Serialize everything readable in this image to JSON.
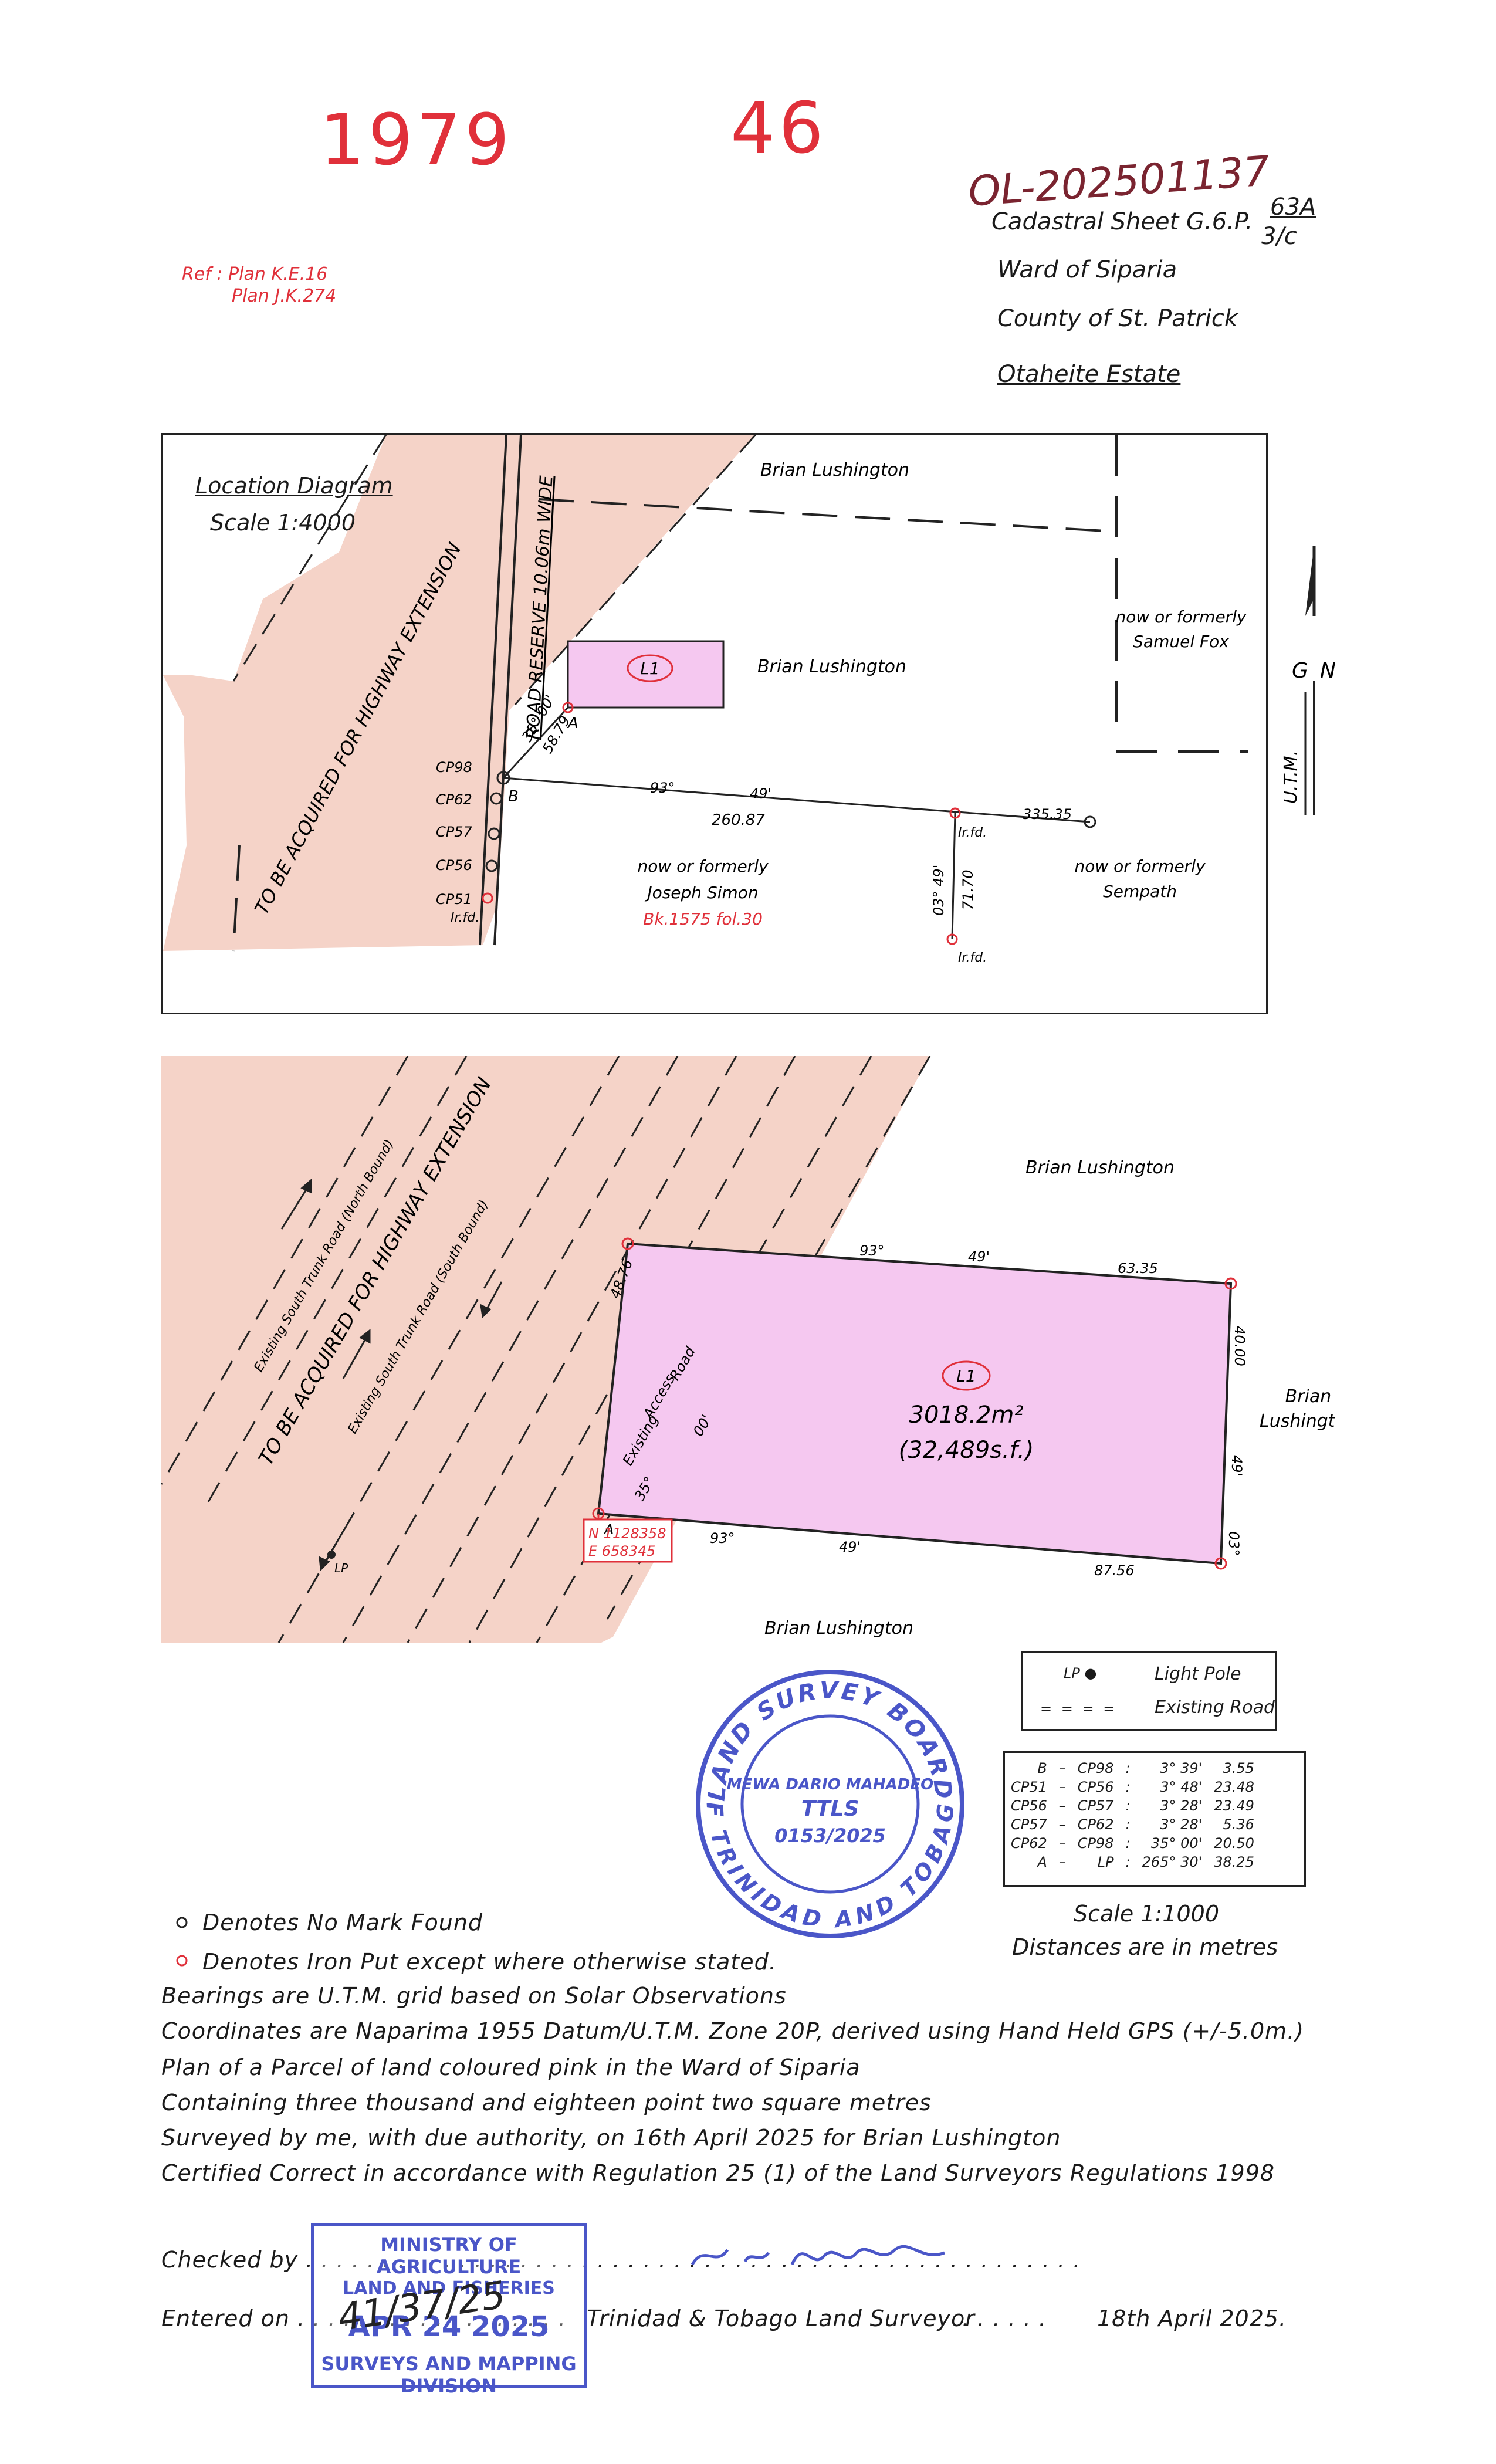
{
  "header": {
    "plan_number_left": "1979",
    "plan_number_right": "46",
    "file_ref": "OL-202501137",
    "ref_label": "Ref : Plan K.E.16",
    "ref_label_2": "Plan J.K.274",
    "cadastral_sheet": "Cadastral Sheet G.6.P.",
    "sheet_fraction_top": "63A",
    "sheet_fraction_bottom": "3/c",
    "ward": "Ward of Siparia",
    "county": "County of St. Patrick",
    "estate": "Otaheite Estate"
  },
  "location_diagram": {
    "title": "Location Diagram",
    "scale": "Scale 1:4000",
    "labels": {
      "brian_top": "Brian Lushington",
      "brian_mid": "Brian Lushington",
      "samuel_fox_1": "now or formerly",
      "samuel_fox_2": "Samuel Fox",
      "joseph_1": "now or formerly",
      "joseph_2": "Joseph Simon",
      "joseph_bk": "Bk.1575 fol.30",
      "sempath_1": "now or formerly",
      "sempath_2": "Sempath",
      "highway": "TO BE ACQUIRED FOR HIGHWAY EXTENSION",
      "road_reserve": "ROAD RESERVE 10.06m WIDE",
      "lot": "L1",
      "point_a": "A",
      "point_b": "B",
      "cp98": "CP98",
      "cp62": "CP62",
      "cp57": "CP57",
      "cp56": "CP56",
      "cp51": "CP51",
      "ir_fd_1": "Ir.fd.",
      "ir_fd_2": "Ir.fd.",
      "ir_fd_3": "Ir.fd.",
      "bearing_35": "35° 00'",
      "dist_5879": "58.79",
      "bearing_93": "93°",
      "bearing_49": "49'",
      "dist_26087": "260.87",
      "dist_33535": "335.35",
      "bearing_03_49": "03° 49'",
      "dist_7170": "71.70",
      "north_g": "G",
      "north_n": "N",
      "utm": "U.T.M."
    }
  },
  "main_plan": {
    "labels": {
      "brian_top": "Brian Lushington",
      "brian_right_1": "Brian",
      "brian_right_2": "Lushington",
      "brian_bottom": "Brian Lushington",
      "lot": "L1",
      "area_m2": "3018.2m²",
      "area_sf": "(32,489s.f.)",
      "highway": "TO BE ACQUIRED FOR HIGHWAY EXTENSION",
      "stn_north": "Existing South Trunk Road (North Bound)",
      "stn_south": "Existing South Trunk Road (South Bound)",
      "access_road_1": "Existing",
      "access_road_2": "Access",
      "access_road_3": "Road",
      "bearing_top_93": "93°",
      "bearing_top_49": "49'",
      "dist_top": "63.35",
      "dist_right": "40.00",
      "bearing_right_49": "49'",
      "bearing_right_03": "03°",
      "bearing_bot_93": "93°",
      "bearing_bot_49": "49'",
      "dist_bot": "87.56",
      "dist_left": "48.76",
      "bearing_left_00": "00'",
      "bearing_left_35": "35°",
      "point_a": "A",
      "lp": "LP",
      "coord_n": "N 1128358",
      "coord_e": "E 658345"
    }
  },
  "legend": {
    "lp_symbol": "LP ●",
    "lp_label": "Light Pole",
    "road_symbol": "= = = =",
    "road_label": "Existing Road"
  },
  "distances_table": [
    {
      "from": "B",
      "to": "CP98",
      "bearing": "3° 39'",
      "dist": "3.55"
    },
    {
      "from": "CP51",
      "to": "CP56",
      "bearing": "3° 48'",
      "dist": "23.48"
    },
    {
      "from": "CP56",
      "to": "CP57",
      "bearing": "3° 28'",
      "dist": "23.49"
    },
    {
      "from": "CP57",
      "to": "CP62",
      "bearing": "3° 28'",
      "dist": "5.36"
    },
    {
      "from": "CP62",
      "to": "CP98",
      "bearing": "35° 00'",
      "dist": "20.50"
    },
    {
      "from": "A",
      "to": "LP",
      "bearing": "265° 30'",
      "dist": "38.25"
    }
  ],
  "scale_note": {
    "scale": "Scale 1:1000",
    "units": "Distances are in metres"
  },
  "stamp_board": {
    "ring_top": "LAND SURVEY BOARD",
    "ring_bottom": "OF TRINIDAD AND TOBAGO",
    "name": "MEWA DARIO MAHADEO",
    "title": "TTLS",
    "number": "0153/2025"
  },
  "notes": {
    "no_mark": "Denotes No Mark Found",
    "iron_put": "Denotes Iron Put except where otherwise stated.",
    "bearings": "Bearings are U.T.M. grid based on Solar Observations",
    "coordinates": "Coordinates are Naparima 1955 Datum/U.T.M. Zone 20P, derived using Hand Held GPS (+/-5.0m.)",
    "plan_of": "Plan of a Parcel of land coloured pink in the Ward of Siparia",
    "containing": "Containing three thousand and eighteen point two square metres",
    "surveyed": "Surveyed by me, with due authority, on 16th April 2025 for Brian Lushington",
    "certified": "Certified Correct in accordance with Regulation 25 (1) of the Land Surveyors Regulations 1998"
  },
  "signoff": {
    "checked_by": "Checked by",
    "entered_on": "Entered on",
    "surveyor": "Trinidad & Tobago Land Surveyor",
    "date": "18th April 2025."
  },
  "stamp_ministry": {
    "line1": "MINISTRY OF AGRICULTURE",
    "line2": "LAND AND FISHERIES",
    "date": "APR 24 2025",
    "line3": "SURVEYS AND MAPPING",
    "line4": "DIVISION",
    "handwritten": "41/37/25"
  },
  "colors": {
    "pink_road": "#f5d3c8",
    "pink_lot": "#f5c8f0",
    "red_ink": "#e0303a",
    "stamp_blue": "#4a56c8"
  }
}
